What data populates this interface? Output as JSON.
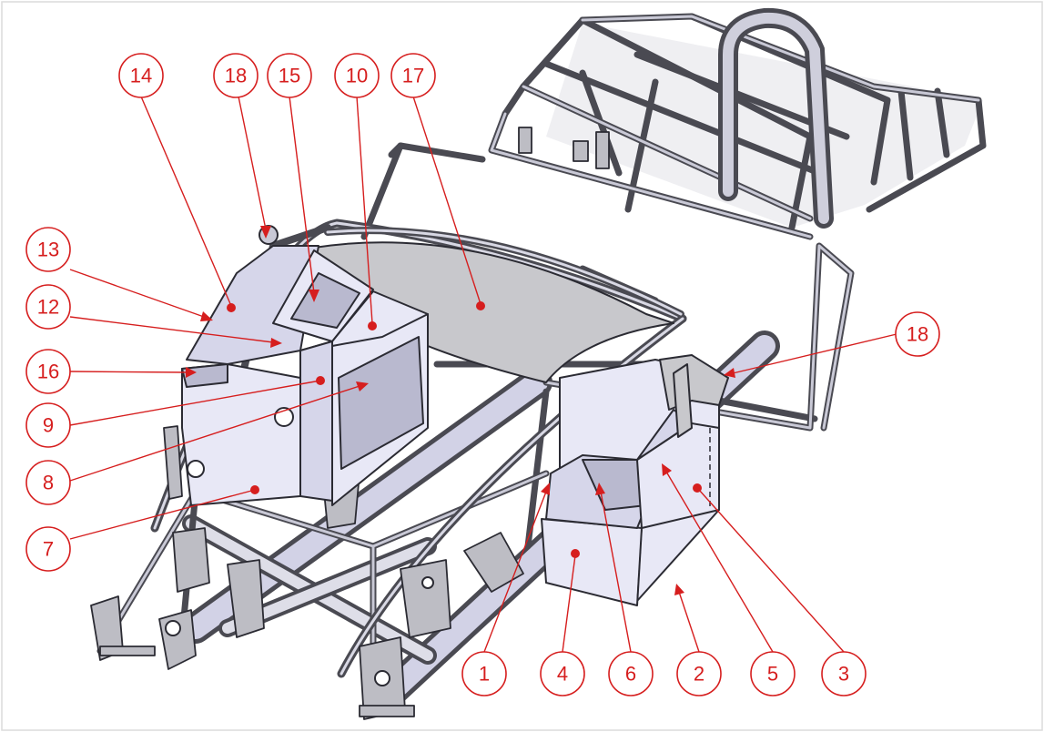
{
  "figure": {
    "callouts": [
      {
        "label": "14"
      },
      {
        "label": "18"
      },
      {
        "label": "15"
      },
      {
        "label": "10"
      },
      {
        "label": "17"
      },
      {
        "label": "13"
      },
      {
        "label": "12"
      },
      {
        "label": "16"
      },
      {
        "label": "9"
      },
      {
        "label": "8"
      },
      {
        "label": "7"
      },
      {
        "label": "18"
      },
      {
        "label": "1"
      },
      {
        "label": "4"
      },
      {
        "label": "6"
      },
      {
        "label": "2"
      },
      {
        "label": "5"
      },
      {
        "label": "3"
      }
    ]
  },
  "colors": {
    "callout": "#d61e1e",
    "tube": "#4a4a52",
    "panel_light": "#e8e8f6",
    "panel_grey": "#c8c8cc"
  }
}
